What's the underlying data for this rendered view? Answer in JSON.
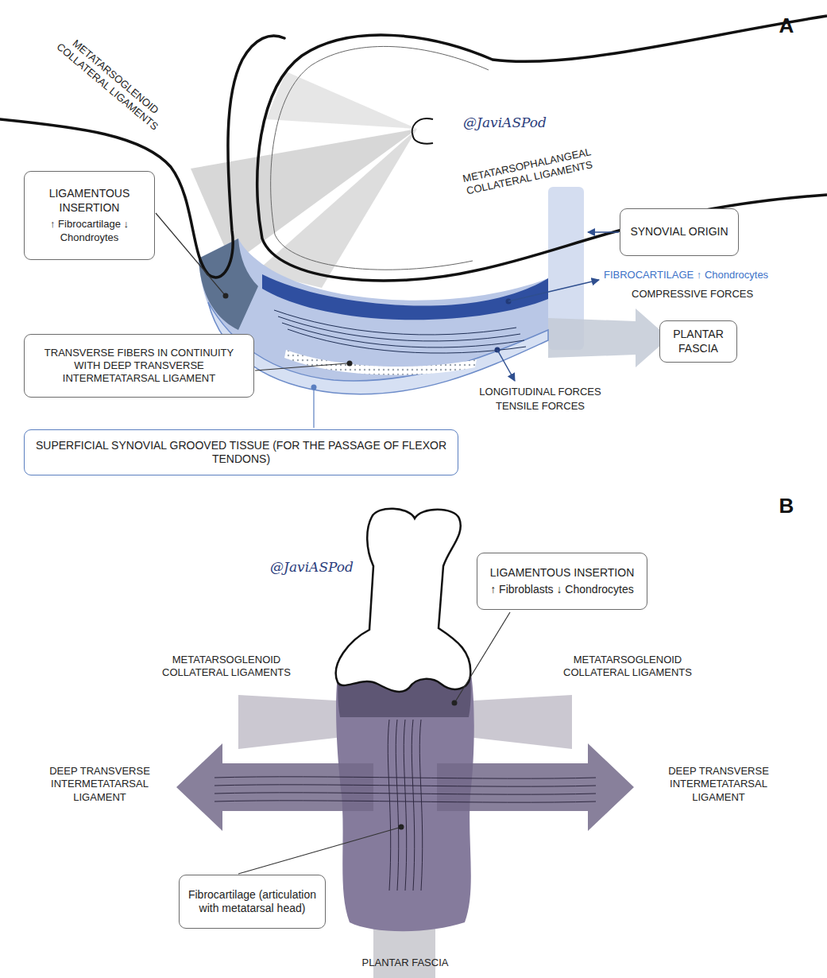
{
  "diagram": {
    "nodes": [
      {
        "text": [
          "LIGAMENTOUS INSERTION",
          "↑ Fibrocartilage ↓ Chondroytes"
        ]
      },
      {
        "text": [
          "SYNOVIAL ORIGIN"
        ]
      },
      {
        "text": [
          "PLANTAR FASCIA"
        ]
      },
      {
        "text": [
          "TRANSVERSE FIBERS IN CONTINUITY WITH DEEP TRANSVERSE INTERMETATARSAL LIGAMENT"
        ]
      },
      {
        "text": [
          "SUPERFICIAL SYNOVIAL GROOVED TISSUE (FOR THE PASSAGE OF FLEXOR TENDONS)"
        ]
      },
      {
        "text": [
          "LIGAMENTOUS INSERTION",
          "↑ Fibroblasts ↓ Chondrocytes"
        ]
      },
      {
        "text": [
          "Fibrocartilage (articulation with metatarsal head)"
        ]
      }
    ],
    "labels": [
      "A",
      "METATARSOGLENOID COLLATERAL LIGAMENTS",
      "@JaviASPod",
      "METATARSOPHALANGEAL COLLATERAL LIGAMENTS",
      "FIBROCARTILAGE ↑ Chondrocytes",
      "COMPRESSIVE FORCES",
      "LONGITUDINAL FORCES",
      "TENSILE FORCES",
      "B",
      "@JaviASPod",
      "METATARSOGLENOID COLLATERAL LIGAMENTS",
      "METATARSOGLENOID COLLATERAL LIGAMENTS",
      "DEEP TRANSVERSE INTERMETATARSAL LIGAMENT",
      "DEEP TRANSVERSE INTERMETATARSAL LIGAMENT",
      "PLANTAR FASCIA"
    ]
  }
}
